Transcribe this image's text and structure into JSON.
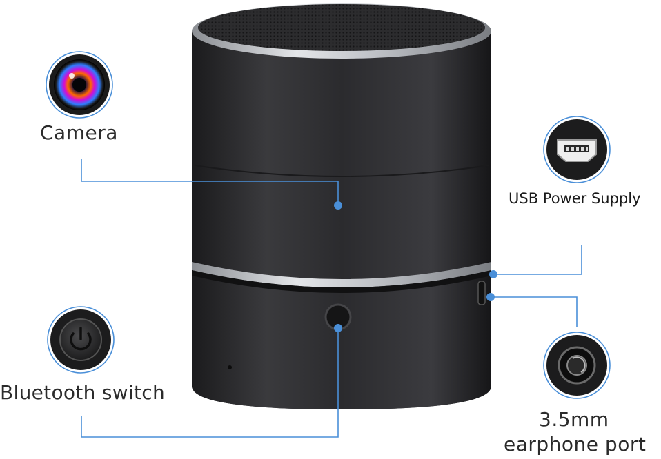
{
  "callouts": {
    "camera": "Camera",
    "usb": "USB Power Supply",
    "bluetooth": "Bluetooth switch",
    "earphone_line1": "3.5mm",
    "earphone_line2": "earphone port"
  },
  "colors": {
    "leader_line": "#4a8fd8",
    "body": "#2a2a2c",
    "ring": "#c9ccd0"
  },
  "icons": {
    "camera": "camera-lens-icon",
    "usb": "mini-usb-port-icon",
    "bluetooth": "power-button-icon",
    "earphone": "audio-jack-icon"
  }
}
